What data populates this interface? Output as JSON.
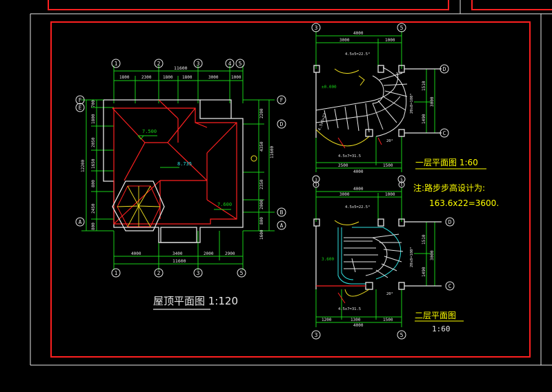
{
  "colors": {
    "background": "#000000",
    "frame_red": "#ff2020",
    "frame_white": "#ffffff",
    "dim_green": "#19d219",
    "wall_white": "#e8e8e8",
    "roof_red": "#ff2020",
    "stair_yellow": "#f0e020",
    "cyan": "#30e0e0",
    "title_yellow": "#ffff00",
    "axis_white": "#ffffff"
  },
  "roof_plan": {
    "title": "屋顶平面图 1:120",
    "axis_top": [
      "1",
      "2",
      "3",
      "4",
      "5"
    ],
    "axis_bottom": [
      "1",
      "2",
      "3",
      "5"
    ],
    "axis_left": [
      "F",
      "E",
      "A"
    ],
    "axis_right": [
      "F",
      "D",
      "B",
      "A"
    ],
    "dims_top_total": "11600",
    "dims_top": [
      "1800",
      "2300",
      "1800",
      "1800",
      "3000",
      "1000"
    ],
    "dims_bottom_total": "11600",
    "dims_bottom": [
      "4000",
      "3400",
      "2000",
      "2900"
    ],
    "dims_left_total": "12200",
    "dims_left": [
      "700",
      "1800",
      "2050",
      "1650",
      "800",
      "2450",
      "800"
    ],
    "dims_right_total": "11600",
    "dims_right": [
      "2200",
      "4350",
      "2350",
      "2000",
      "800",
      "1600"
    ],
    "elev_1": "7.500",
    "elev_2": "8.735",
    "elev_3": "7.600"
  },
  "first_floor": {
    "title": "一层平面图 1:60",
    "axis_top": [
      "3",
      "5"
    ],
    "axis_bottom": [
      "3",
      "5"
    ],
    "axis_right": [
      "D",
      "C"
    ],
    "dim_top_total": "4000",
    "dim_top": [
      "3000",
      "1000"
    ],
    "dim_bottom_total": "4000",
    "dim_bottom": [
      "2500",
      "1500"
    ],
    "dim_right_total": "3000",
    "dim_right": [
      "1510",
      "1490"
    ],
    "stair_note_top": "4.5x5=22.5°",
    "stair_note_bottom": "4.5x7=31.5",
    "stair_note_radius": "20x8=180°",
    "angle_label": "20°",
    "elev": "±0.000",
    "side_note": "4.5x6=27"
  },
  "note": {
    "line1": "注:路步步高设计为:",
    "line2": "163.6x22=3600."
  },
  "second_floor": {
    "title": "二层平面图",
    "scale": "1:60",
    "axis_top": [
      "3",
      "5"
    ],
    "axis_bottom": [
      "3",
      "5"
    ],
    "axis_right": [
      "D",
      "C"
    ],
    "dim_top_total": "4000",
    "dim_top": [
      "3000",
      "1000"
    ],
    "dim_bottom_total": "4000",
    "dim_bottom": [
      "1200",
      "1300",
      "1500"
    ],
    "dim_right_total": "3000",
    "dim_right": [
      "1510",
      "1490"
    ],
    "stair_note_top": "4.5x5=22.5°",
    "stair_note_bottom": "4.5x7=31.5",
    "stair_note_radius": "20x8=180°",
    "angle_label": "20°",
    "elev": "3.600"
  }
}
